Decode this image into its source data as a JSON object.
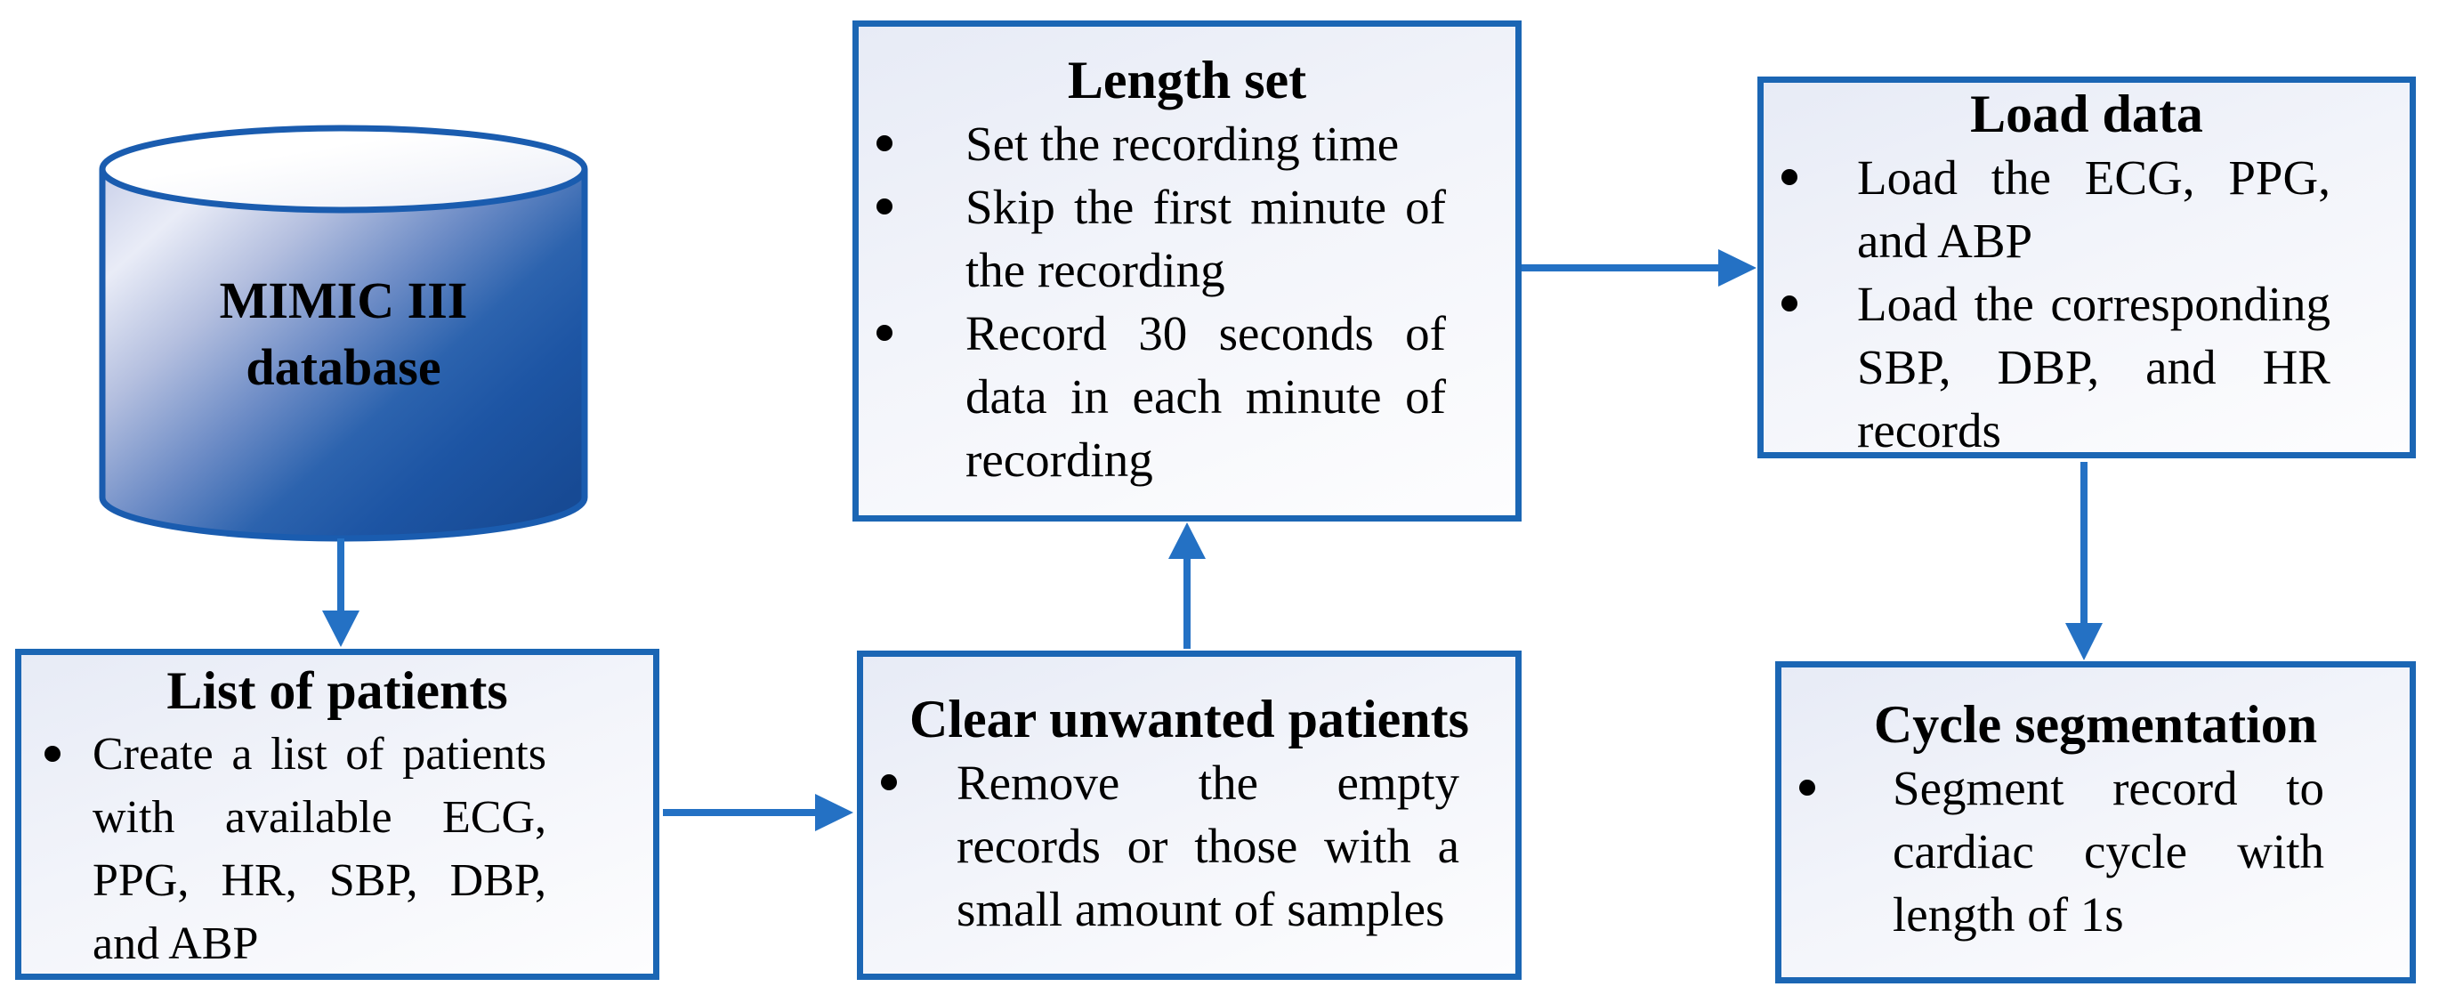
{
  "diagram": {
    "database": {
      "label": "MIMIC III database"
    },
    "nodes": {
      "length_set": {
        "title": "Length set",
        "bullets": [
          "Set the recording time",
          "Skip the first minute of the recording",
          "Record 30 seconds of data in each minute of recording"
        ]
      },
      "load_data": {
        "title": "Load data",
        "bullets": [
          "Load the ECG, PPG, and ABP",
          "Load the corresponding SBP, DBP, and HR records"
        ]
      },
      "list_of_patients": {
        "title": "List of patients",
        "bullets": [
          "Create a list of patients with available ECG, PPG, HR, SBP, DBP, and ABP"
        ]
      },
      "clear_unwanted": {
        "title": "Clear unwanted patients",
        "bullets": [
          "Remove the empty records or those with a small amount of samples"
        ]
      },
      "cycle_segmentation": {
        "title": "Cycle segmentation",
        "bullets": [
          "Segment record to cardiac cycle with length of 1s"
        ]
      }
    },
    "flow": [
      "MIMIC III database -> List of patients",
      "List of patients -> Clear unwanted patients",
      "Clear unwanted patients -> Length set",
      "Length set -> Load data",
      "Load data -> Cycle segmentation"
    ],
    "colors": {
      "box_border": "#1b66b4",
      "arrow": "#2471c4",
      "box_fill_shade": "#e7ebf6",
      "box_fill_light": "#fdfdfe",
      "cylinder_dark": "#174a94",
      "cylinder_light": "#e9ecf7",
      "text": "#000000"
    }
  }
}
